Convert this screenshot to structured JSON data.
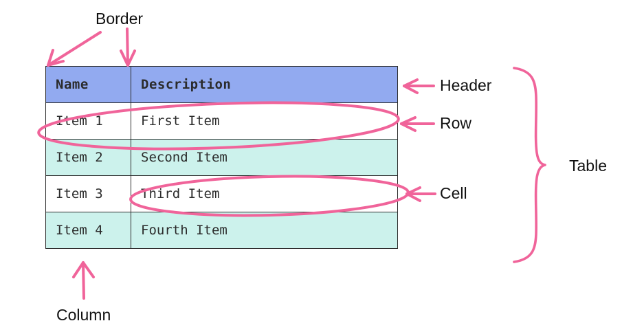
{
  "diagram": {
    "title_shown": false,
    "accent_color": "#f0649a",
    "header_bg": "#92aaf0",
    "stripe_bg": "#ccf2ec",
    "plain_bg": "#ffffff",
    "border_color": "#2b2b2b",
    "text_color": "#2b2b2b",
    "label_color": "#111111"
  },
  "table": {
    "columns": [
      "Name",
      "Description"
    ],
    "rows": [
      {
        "name": "Item 1",
        "description": "First Item"
      },
      {
        "name": "Item 2",
        "description": "Second Item"
      },
      {
        "name": "Item 3",
        "description": "Third Item"
      },
      {
        "name": "Item 4",
        "description": "Fourth Item"
      }
    ]
  },
  "annotations": {
    "border": "Border",
    "header": "Header",
    "row": "Row",
    "cell": "Cell",
    "table": "Table",
    "column": "Column"
  }
}
